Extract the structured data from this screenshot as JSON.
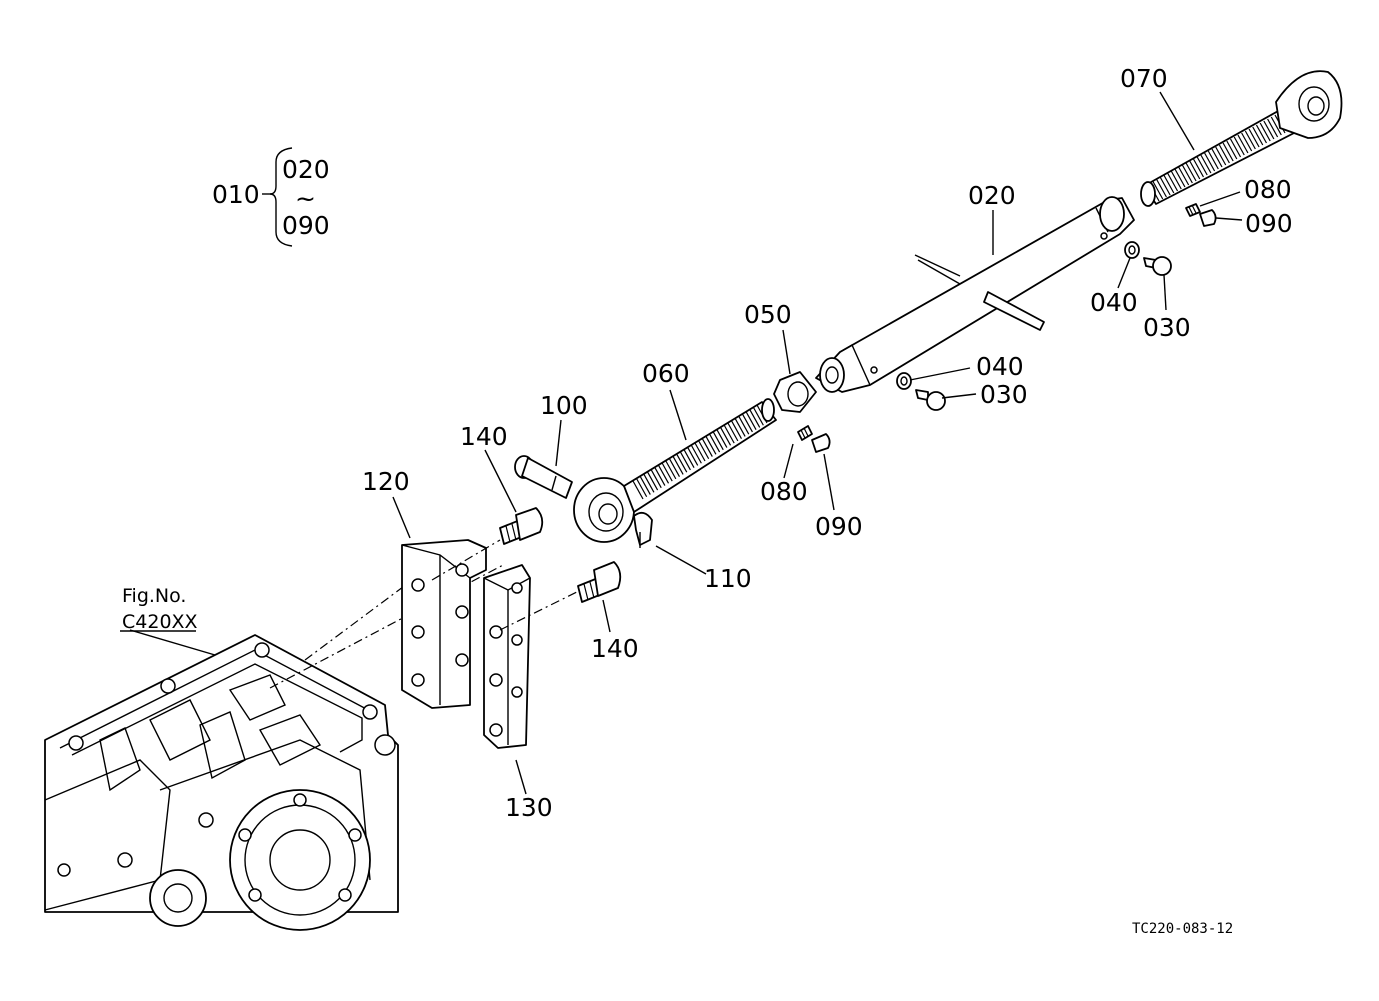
{
  "callouts": {
    "c010": "010",
    "c020_range_start": "020",
    "c_range_tilde": "~",
    "c090_range_end": "090",
    "c020": "020",
    "c030_upper": "030",
    "c030_lower": "030",
    "c040_upper": "040",
    "c040_lower": "040",
    "c050": "050",
    "c060": "060",
    "c070": "070",
    "c080_upper": "080",
    "c080_lower": "080",
    "c090_upper": "090",
    "c090_lower": "090",
    "c100": "100",
    "c110": "110",
    "c120": "120",
    "c130": "130",
    "c140_upper": "140",
    "c140_lower": "140"
  },
  "figure_ref": {
    "label": "Fig.No.",
    "code": "C420XX"
  },
  "drawing_id": "TC220-083-12"
}
